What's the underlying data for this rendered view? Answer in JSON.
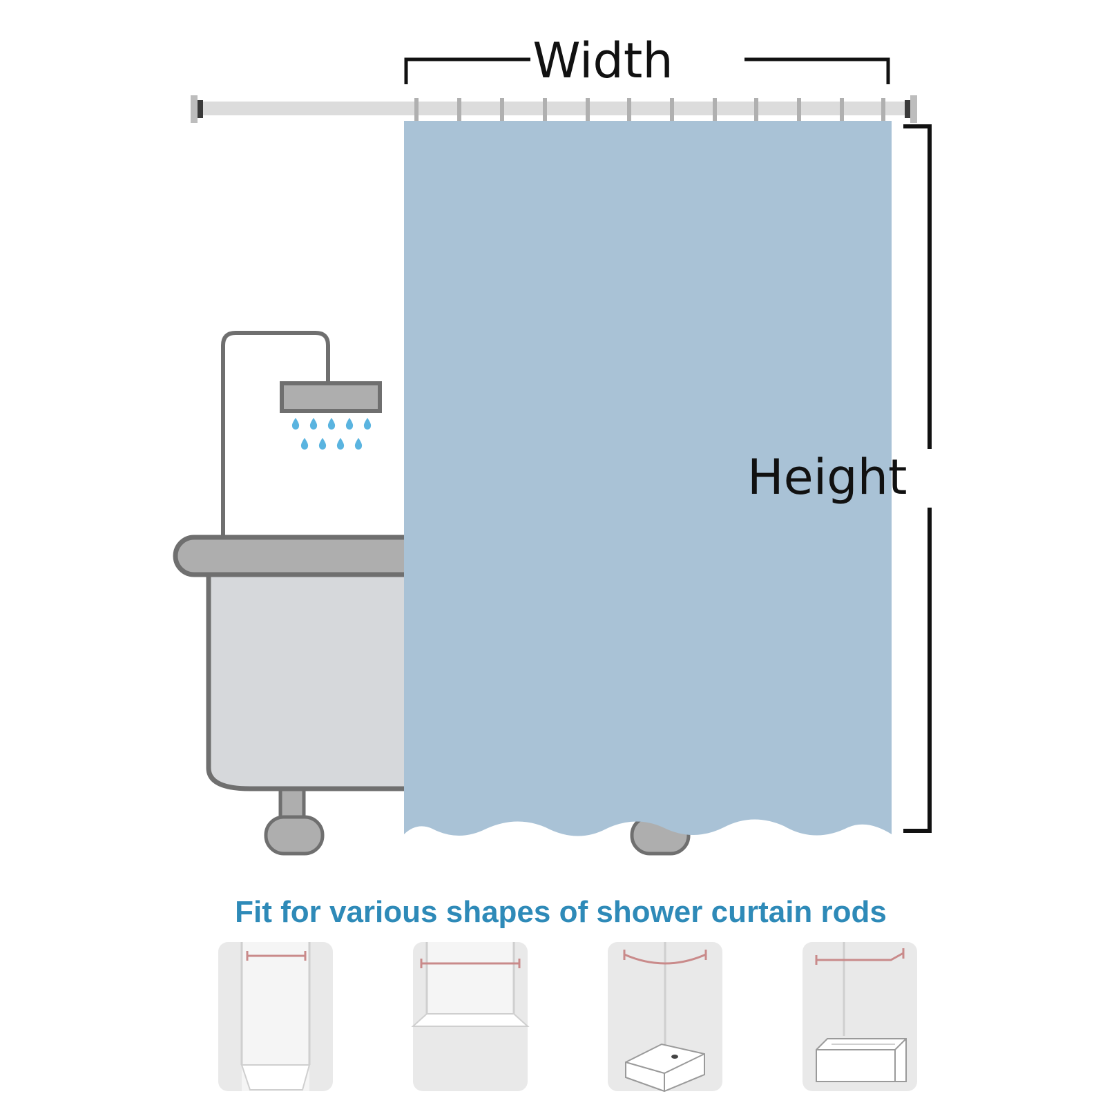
{
  "labels": {
    "width": "Width",
    "height": "Height",
    "caption": "Fit for various shapes of shower curtain rods"
  },
  "colors": {
    "curtain": "#a9c2d6",
    "rod": "#dcdcdc",
    "tub_outline": "#6f6f6f",
    "tub_rim": "#aeaeae",
    "tub_body": "#d6d8db",
    "water_drop": "#5ab4e0",
    "caption": "#2e8ab8",
    "rod_highlight": "#c98a8a",
    "panel_bg": "#e9e9e9"
  },
  "icons": [
    "shower-head-icon",
    "water-drops-icon",
    "bathtub-icon"
  ],
  "rod_shapes": [
    "straight-alcove",
    "straight-wide",
    "curved-corner",
    "l-shaped"
  ]
}
